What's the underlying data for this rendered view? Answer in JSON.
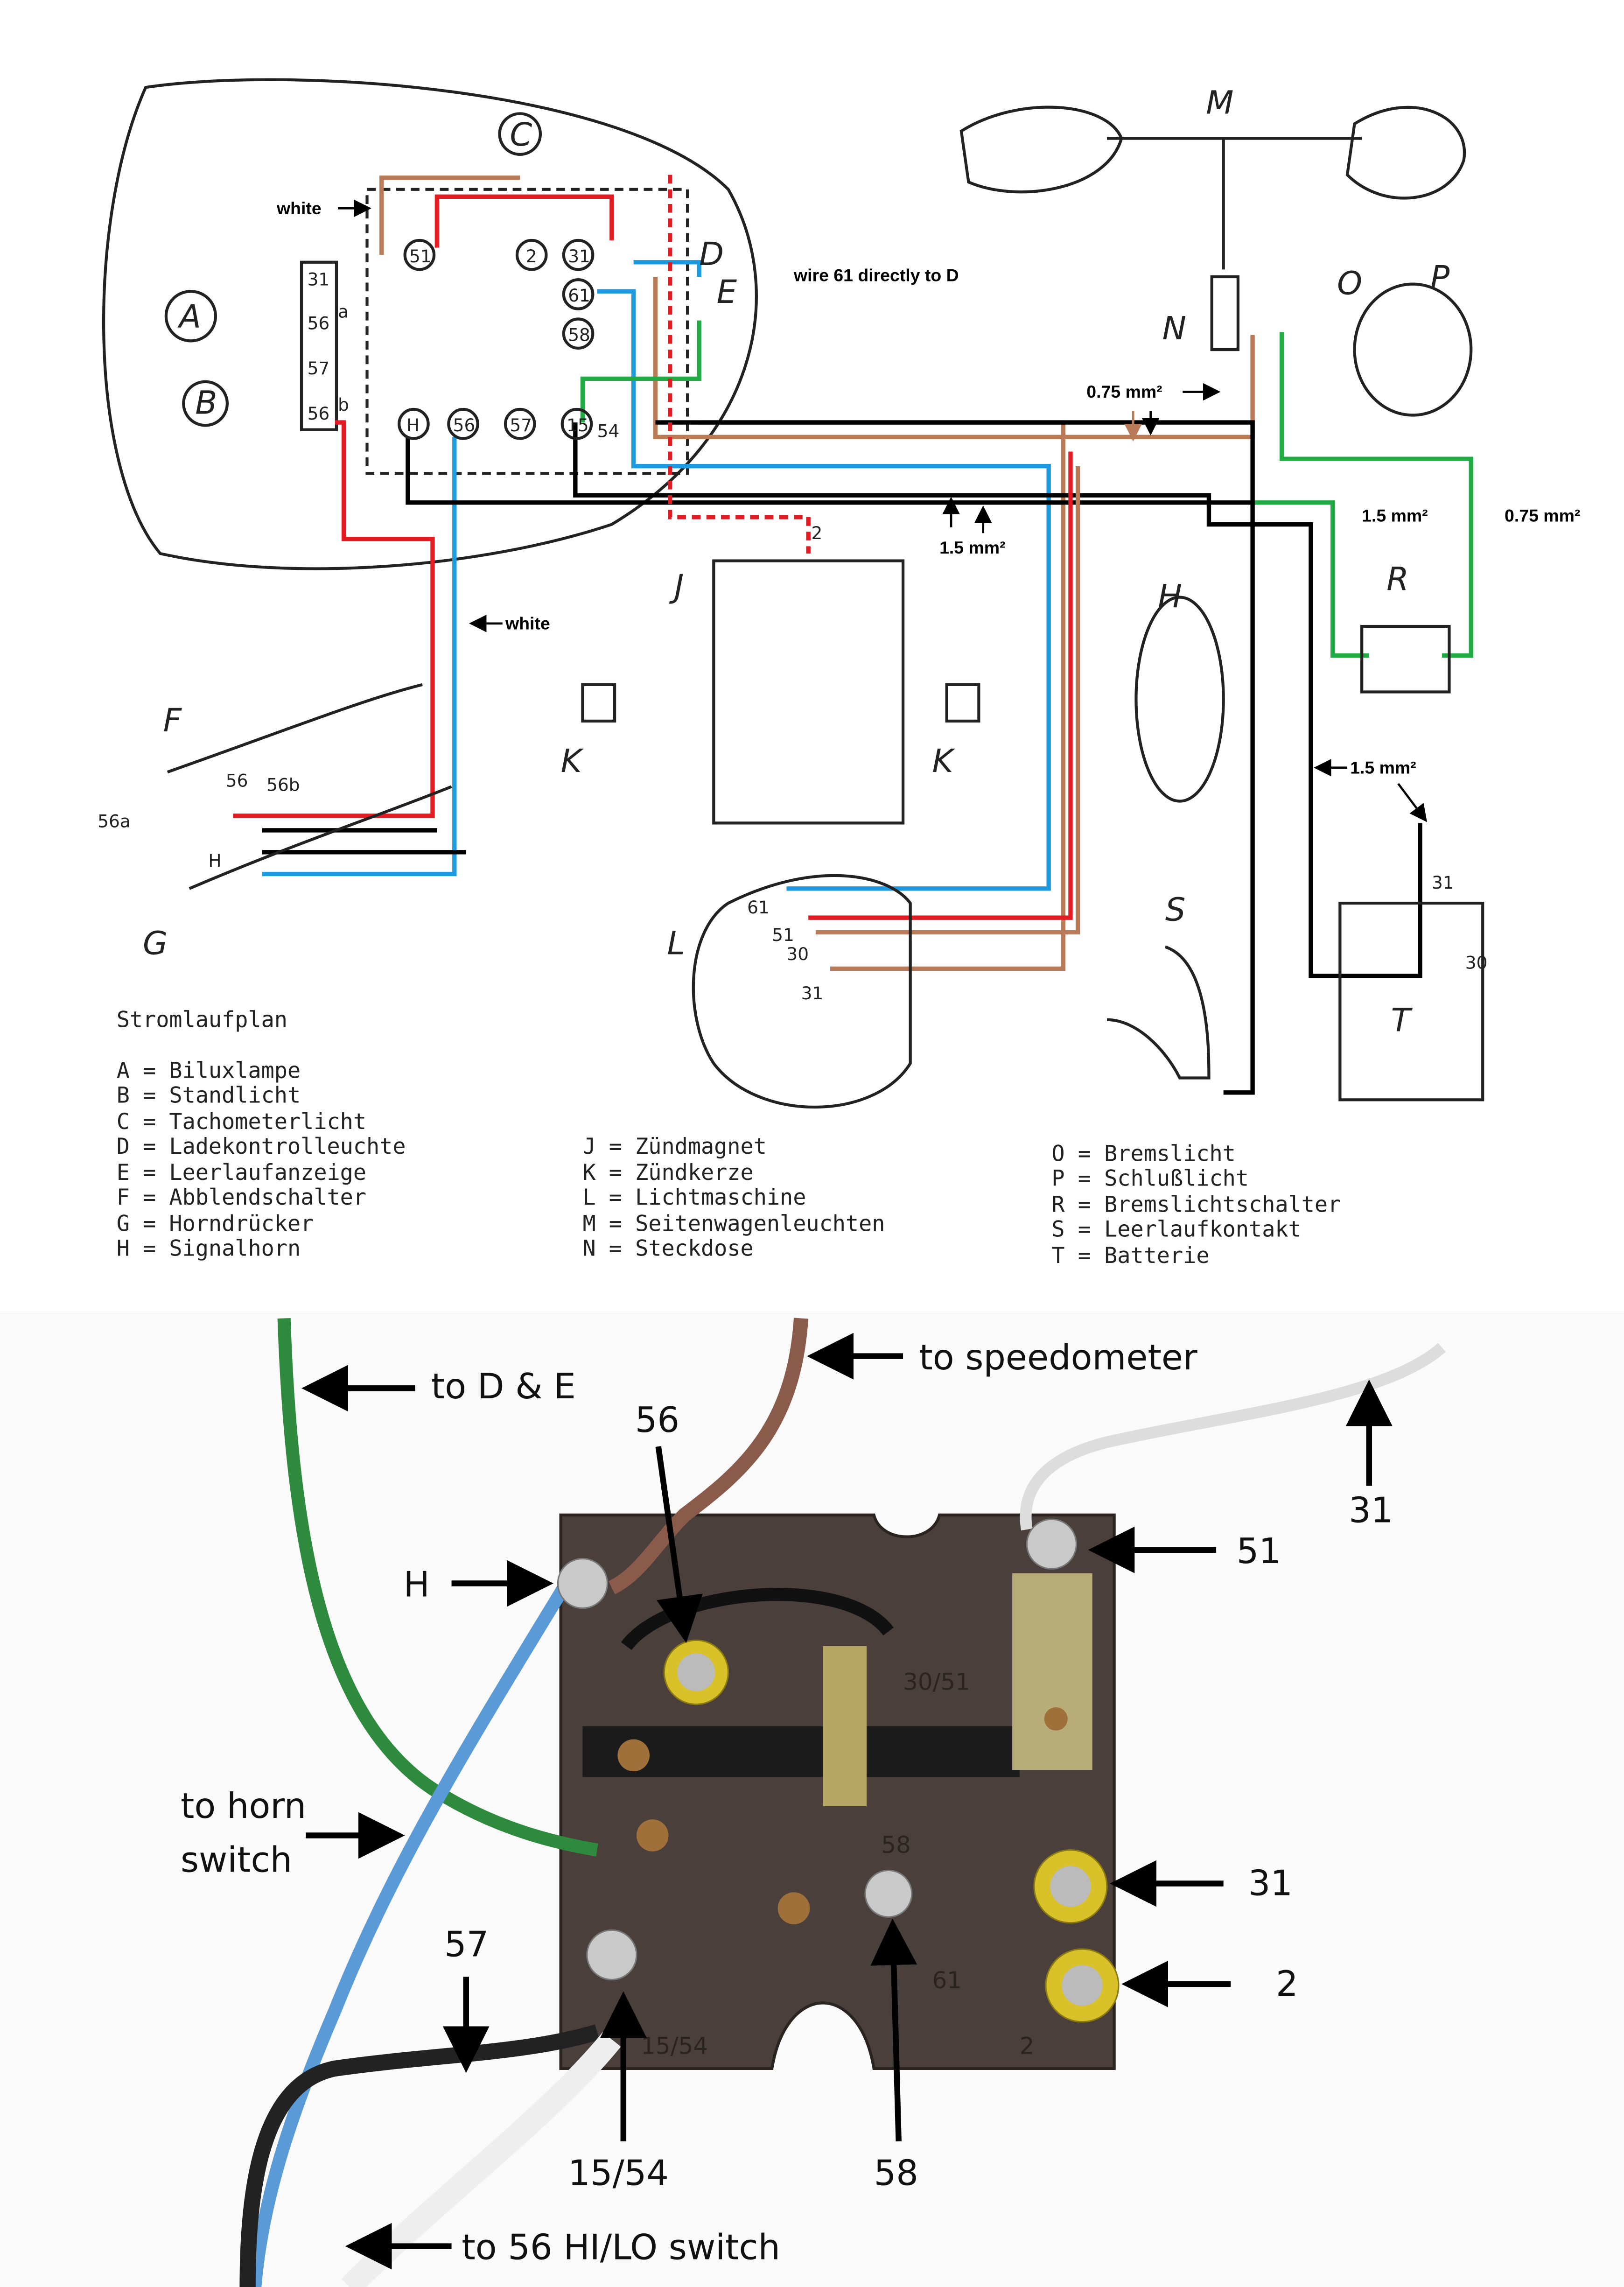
{
  "diagram": {
    "components": {
      "A": "A",
      "B": "B",
      "C": "C",
      "D": "D",
      "E": "E",
      "F": "F",
      "G": "G",
      "H": "H",
      "J": "J",
      "K1": "K",
      "K2": "K",
      "L": "L",
      "M": "M",
      "N": "N",
      "O": "O",
      "P": "P",
      "R": "R",
      "S": "S",
      "T": "T"
    },
    "left_block": [
      "31",
      "56",
      "57",
      "56"
    ],
    "left_block_sub": [
      "a",
      "b"
    ],
    "switch_terminals": {
      "t51": "51",
      "t2": "2",
      "t31": "31",
      "t61": "61",
      "t58": "58",
      "tH": "H",
      "t56": "56",
      "t57": "57",
      "t15": "15",
      "t54": "54"
    },
    "dimmer_terminals": {
      "t56": "56",
      "t56b": "56b",
      "t56a": "56a",
      "tH": "H"
    },
    "magneto_terminal": "2",
    "generator_terminals": [
      "61",
      "51",
      "30",
      "31"
    ],
    "battery_terminals": [
      "31",
      "30"
    ],
    "annotations": {
      "white_top": "white",
      "white_mid": "white",
      "wire61": "wire 61 directly to D",
      "mm075_a": "0.75 mm²",
      "mm15_a": "1.5 mm²",
      "mm15_b": "1.5 mm²",
      "mm075_b": "0.75 mm²",
      "mm15_c": "1.5 mm²"
    },
    "wire_colors": {
      "red": "#e31b23",
      "brown": "#b97a57",
      "blue": "#1e9be0",
      "green": "#22aa44",
      "black": "#000000",
      "white": "#ffffff"
    }
  },
  "legend": {
    "title": "Stromlaufplan",
    "col1": [
      "A = Biluxlampe",
      "B = Standlicht",
      "C = Tachometerlicht",
      "D = Ladekontrolleuchte",
      "E = Leerlaufanzeige",
      "F = Abblendschalter",
      "G = Horndrücker",
      "H = Signalhorn"
    ],
    "col2": [
      "J = Zündmagnet",
      "K = Zündkerze",
      "L = Lichtmaschine",
      "M = Seitenwagenleuchten",
      "N = Steckdose"
    ],
    "col3": [
      "O = Bremslicht",
      "P = Schlußlicht",
      "R = Bremslichtschalter",
      "S = Leerlaufkontakt",
      "T = Batterie"
    ]
  },
  "photo": {
    "labels": {
      "to_de": "to D & E",
      "to_speedo": "to speedometer",
      "t31_top": "31",
      "t56": "56",
      "tH": "H",
      "t51": "51",
      "horn": [
        "to horn",
        "switch"
      ],
      "t31": "31",
      "t57": "57",
      "t2": "2",
      "t1554": "15/54",
      "t58": "58",
      "hilo": "to 56 HI/LO switch"
    },
    "plate_marks": {
      "m3051": "30/51",
      "m1554": "15/54",
      "m61": "61",
      "m2": "2",
      "m58": "58"
    }
  }
}
